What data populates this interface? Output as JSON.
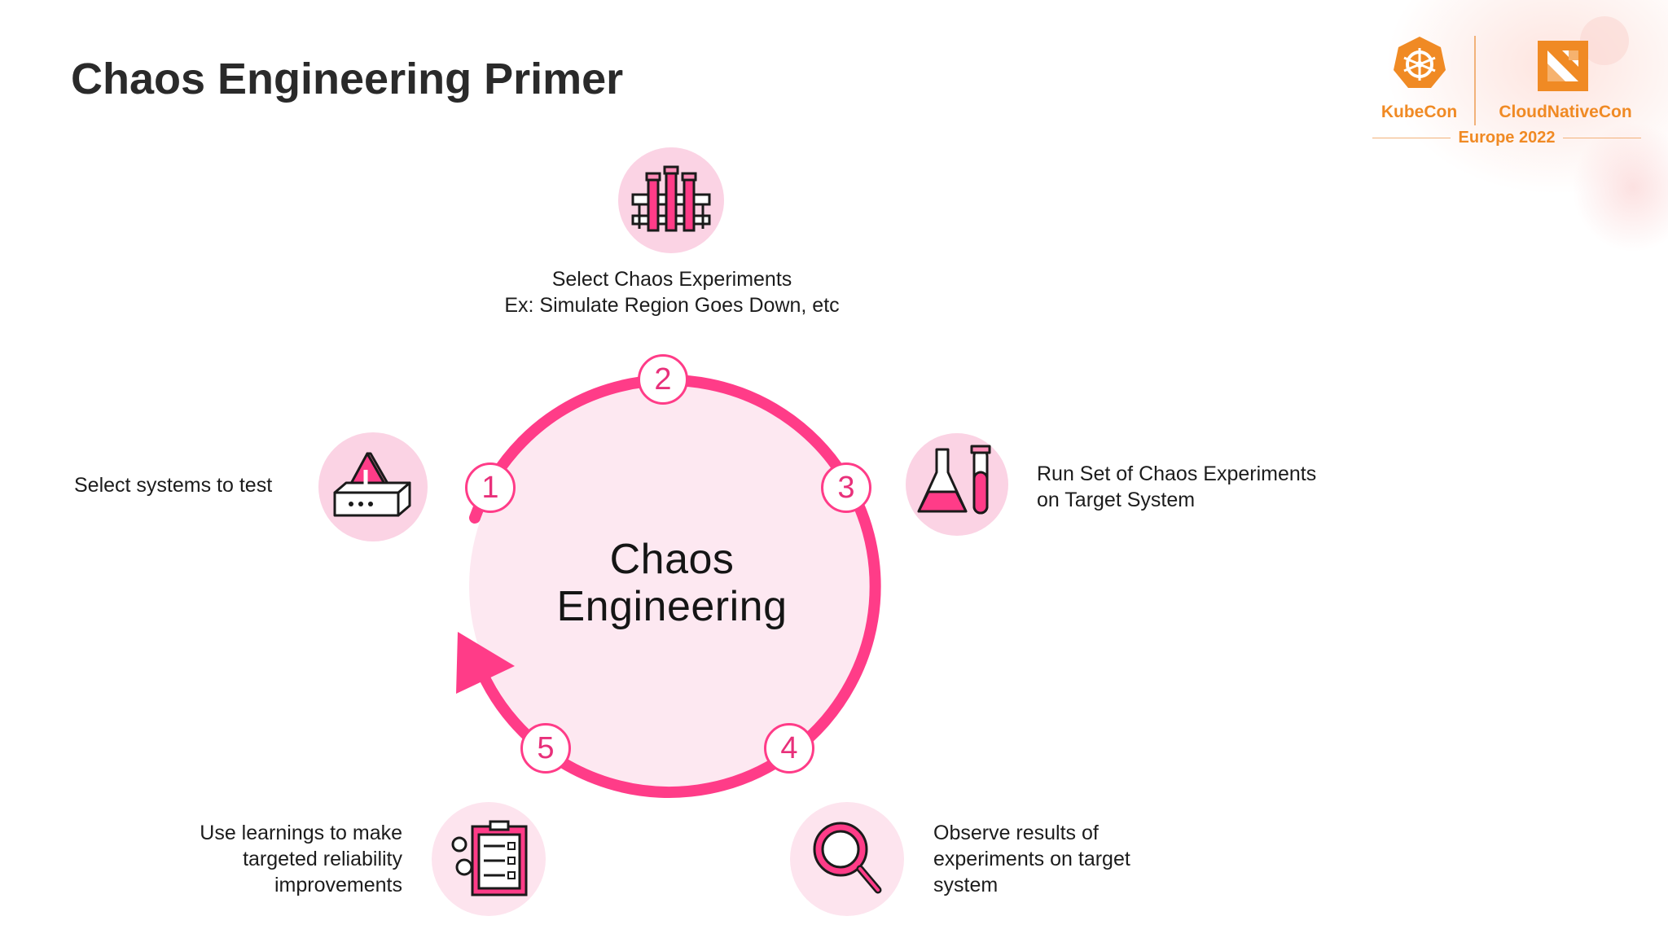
{
  "slide": {
    "title": "Chaos Engineering Primer"
  },
  "event_logo": {
    "kubecon": "KubeCon",
    "cloudnativecon": "CloudNativeCon",
    "edition": "Europe 2022"
  },
  "cycle": {
    "center_line1": "Chaos",
    "center_line2": "Engineering",
    "steps": [
      {
        "number": "1",
        "lines": [
          "Select systems to test"
        ],
        "icon": "warning-box-icon"
      },
      {
        "number": "2",
        "lines": [
          "Select Chaos Experiments",
          "Ex: Simulate Region Goes Down, etc"
        ],
        "icon": "test-tube-rack-icon"
      },
      {
        "number": "3",
        "lines": [
          "Run Set of Chaos Experiments",
          "on Target System"
        ],
        "icon": "flask-and-tube-icon"
      },
      {
        "number": "4",
        "lines": [
          "Observe results of",
          "experiments on target",
          "system"
        ],
        "icon": "magnifier-icon"
      },
      {
        "number": "5",
        "lines": [
          "Use learnings to make",
          "targeted reliability",
          "improvements"
        ],
        "icon": "checklist-gears-icon"
      }
    ]
  },
  "colors": {
    "accent": "#ff3c88",
    "circle_fill": "#fde8f1",
    "icon_bg": "#fbd3e4",
    "logo_orange": "#f08a24"
  }
}
